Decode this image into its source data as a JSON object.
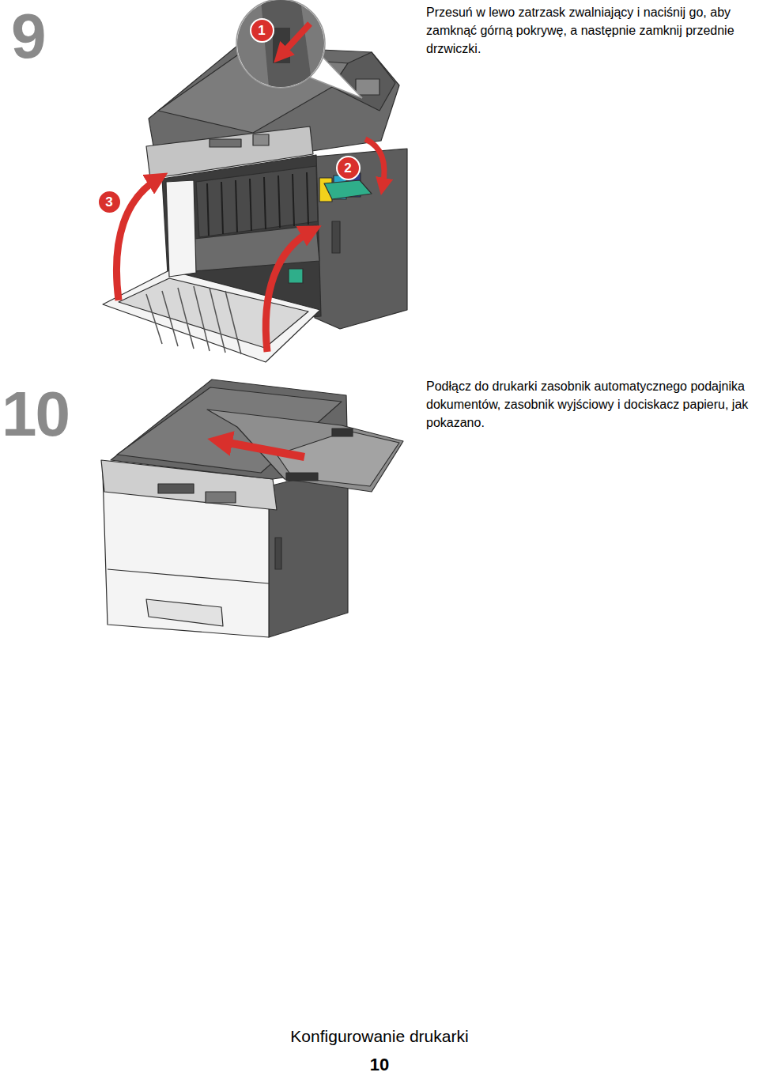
{
  "diagram": {
    "nodes": [
      {
        "text": [
          "1"
        ]
      },
      {
        "text": [
          "2"
        ]
      },
      {
        "text": [
          "3"
        ]
      }
    ],
    "labels": [
      "9",
      "Przesuń w lewo zatrzask zwalniający i naciśnij go, aby zamknąć górną pokrywę, a następnie zamknij przednie drzwiczki.",
      "10",
      "Podłącz do drukarki zasobnik automatycznego podajnika dokumentów, zasobnik wyjściowy i dociskacz papieru, jak pokazano.",
      "Konfigurowanie drukarki",
      "10"
    ]
  }
}
